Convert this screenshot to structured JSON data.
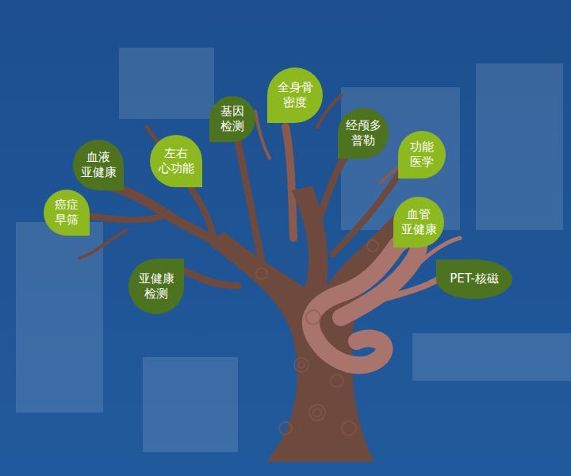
{
  "diagram": {
    "nodes": [
      {
        "text": [
          "全身骨 密度"
        ]
      },
      {
        "text": [
          "基因 检测"
        ]
      },
      {
        "text": [
          "经颅多 普勒"
        ]
      },
      {
        "text": [
          "功能 医学"
        ]
      },
      {
        "text": [
          "左右 心功能"
        ]
      },
      {
        "text": [
          "血液 亚健康"
        ]
      },
      {
        "text": [
          "癌症 早筛"
        ]
      },
      {
        "text": [
          "血管 亚健康"
        ]
      },
      {
        "text": [
          "PET-核磁"
        ]
      },
      {
        "text": [
          "亚健康 检测"
        ]
      }
    ]
  }
}
